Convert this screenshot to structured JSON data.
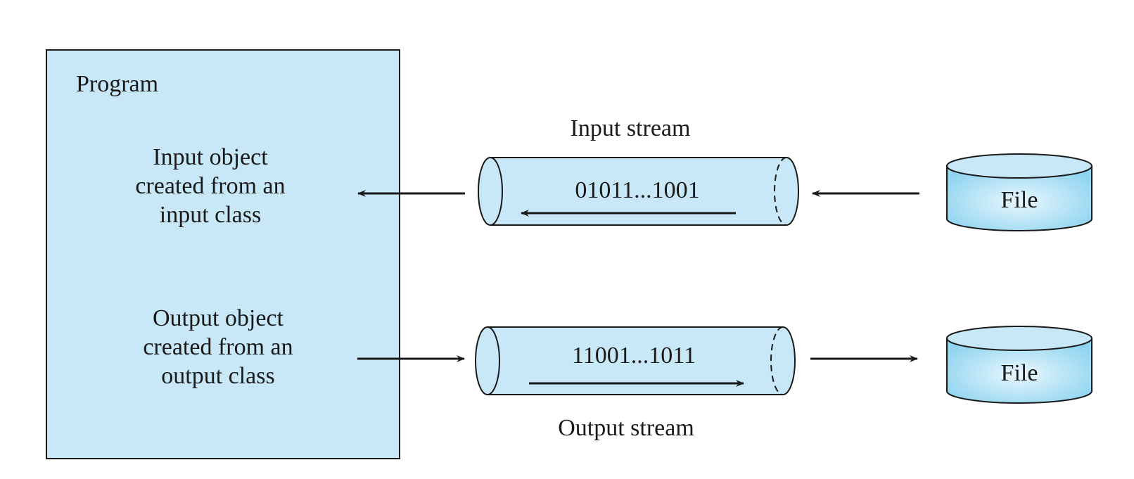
{
  "program": {
    "title": "Program",
    "input_object": [
      "Input object",
      "created from an",
      "input class"
    ],
    "output_object": [
      "Output object",
      "created from an",
      "output class"
    ]
  },
  "input_stream": {
    "label": "Input stream",
    "bits": "01011...1001"
  },
  "output_stream": {
    "label": "Output stream",
    "bits": "11001...1011"
  },
  "files": {
    "input_file_label": "File",
    "output_file_label": "File"
  },
  "colors": {
    "box_fill": "#c8e8f8",
    "pipe_fill": "#c8e8f8",
    "file_fill": "#8fd4f0",
    "stroke": "#1a1a1a"
  }
}
